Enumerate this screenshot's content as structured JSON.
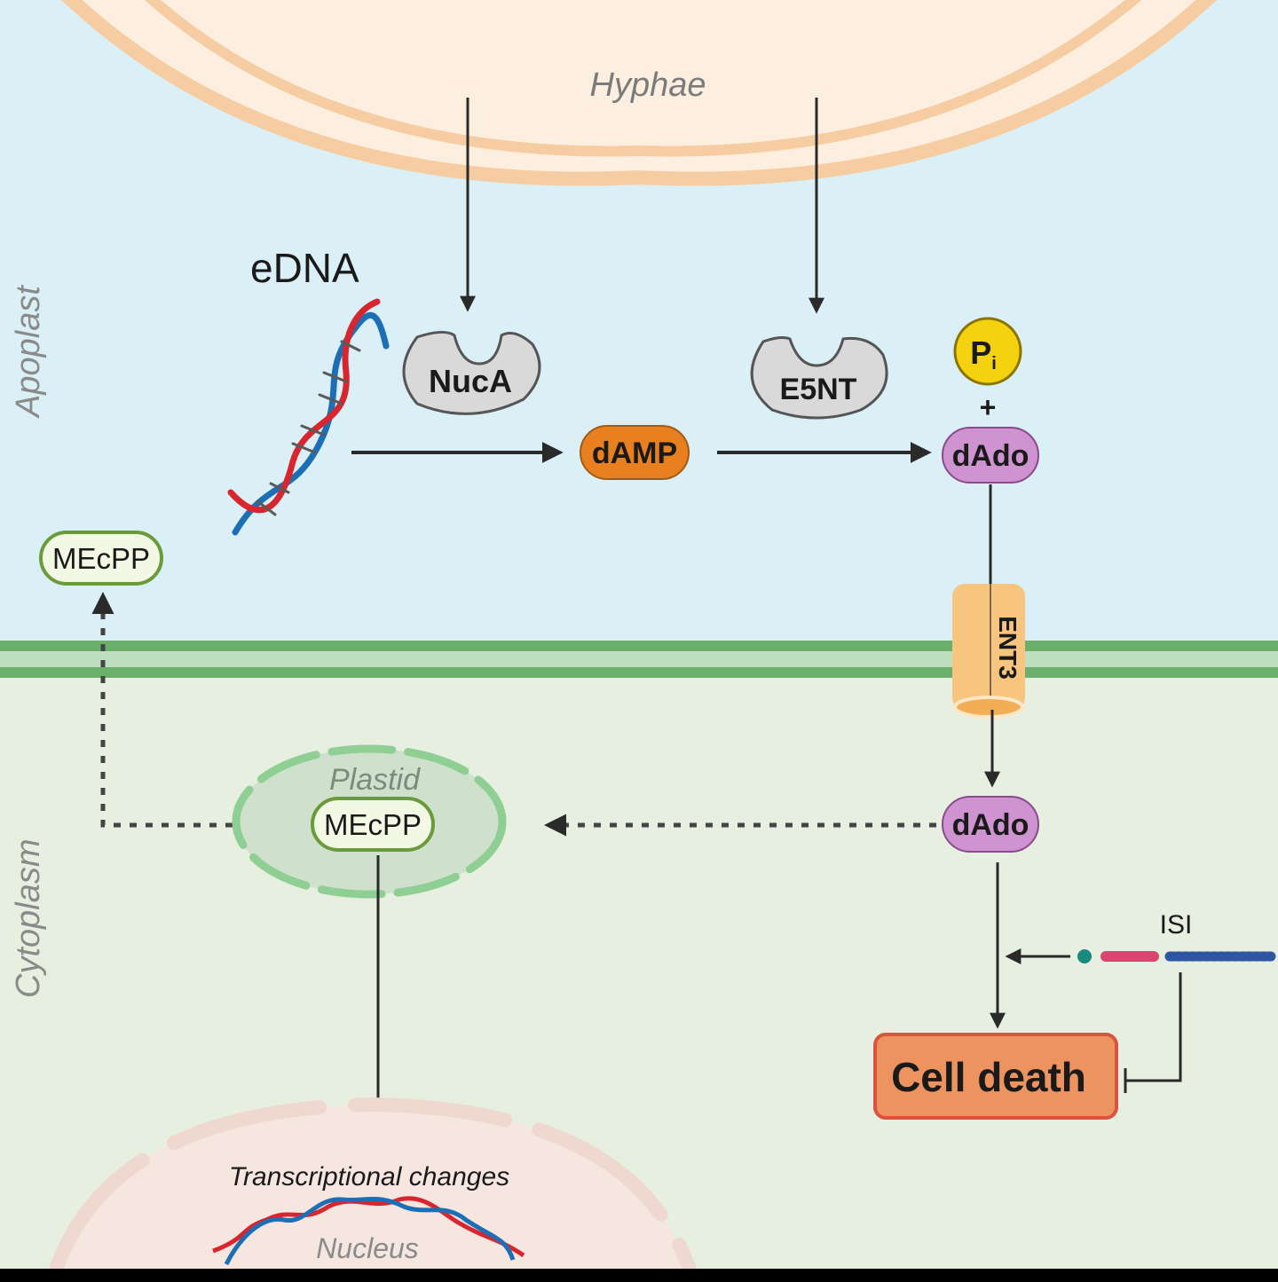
{
  "regions": {
    "hyphae": "Hyphae",
    "apoplast": "Apoplast",
    "cytoplasm": "Cytoplasm",
    "plastid": "Plastid",
    "nucleus": "Nucleus"
  },
  "molecules": {
    "edna": "eDNA",
    "nuca": "NucA",
    "e5nt": "E5NT",
    "damp": "dAMP",
    "pi_main": "P",
    "pi_sub": "i",
    "plus": "+",
    "dado_apoplast": "dAdo",
    "dado_cytoplasm": "dAdo",
    "ent3": "ENT3",
    "mecpp_apoplast": "MEcPP",
    "mecpp_plastid": "MEcPP",
    "isi": "ISI"
  },
  "outcomes": {
    "cell_death": "Cell death",
    "transcriptional": "Transcriptional changes"
  },
  "colors": {
    "apoplast_bg": "#daeff6",
    "cytoplasm_bg": "#e6efe0",
    "hyphae_fill": "#fdefe0",
    "hyphae_stroke": "#f6cda3",
    "membrane": "#6aaf6a",
    "membrane_inner": "#bfe0bf",
    "enzyme_fill": "#d9d9d9",
    "damp": "#e8801f",
    "dado": "#cf93d1",
    "pi": "#f5d210",
    "ent3": "#f7c57d",
    "mecpp_fill": "#f2f8e4",
    "mecpp_stroke": "#6b9a3a",
    "cell_death_fill": "#ec9360",
    "cell_death_stroke": "#d9533e",
    "dna_red": "#d9262e",
    "dna_blue": "#1d6fb5",
    "isi_teal": "#1a8a80",
    "isi_pink": "#d94570",
    "isi_blue": "#2f55a5"
  }
}
